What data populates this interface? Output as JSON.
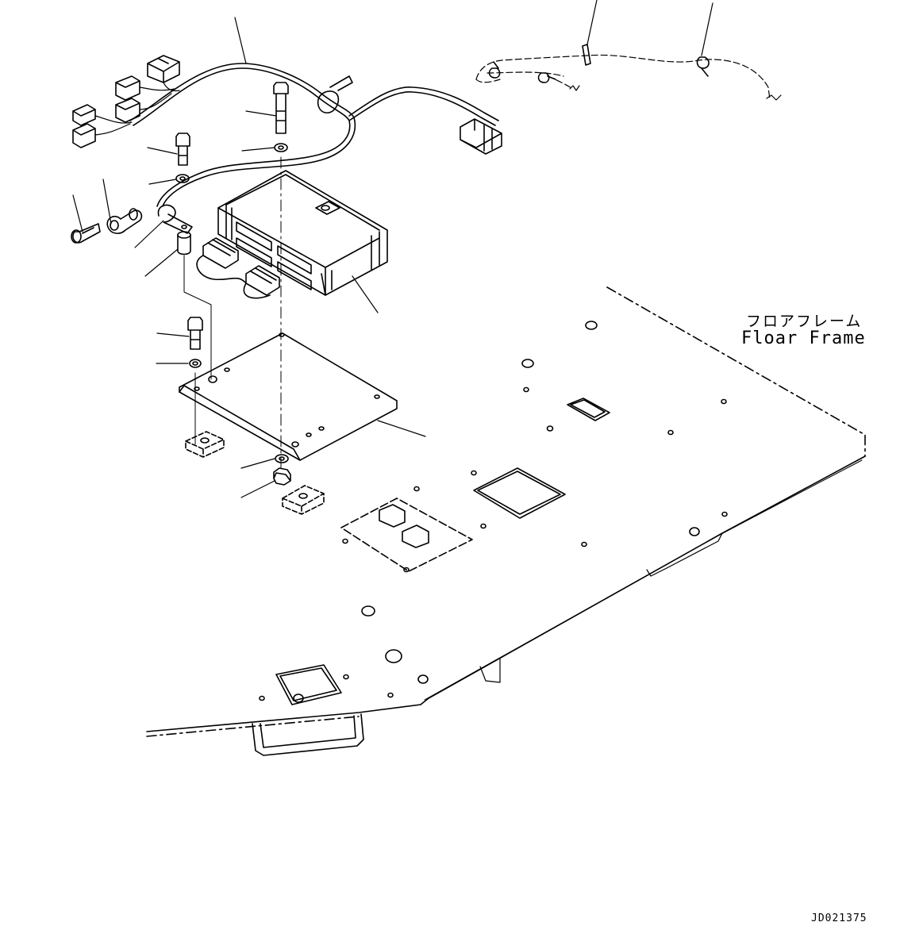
{
  "diagram": {
    "floor_label_jp": "フロアフレーム",
    "floor_label_en": "Floar Frame",
    "drawing_code": "JD021375"
  }
}
